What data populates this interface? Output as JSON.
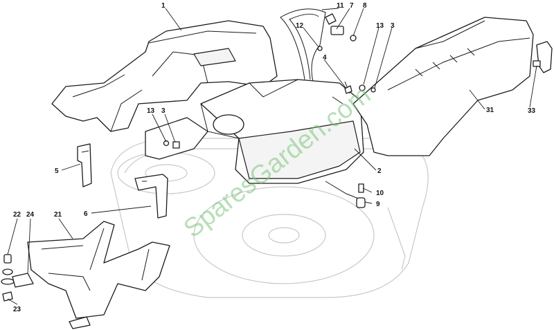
{
  "diagram": {
    "watermark": "SparesGarden.com",
    "callouts": [
      {
        "id": "c1",
        "label": "1"
      },
      {
        "id": "c11",
        "label": "11"
      },
      {
        "id": "c7",
        "label": "7"
      },
      {
        "id": "c8",
        "label": "8"
      },
      {
        "id": "c12",
        "label": "12"
      },
      {
        "id": "c13a",
        "label": "13"
      },
      {
        "id": "c3a",
        "label": "3"
      },
      {
        "id": "c4",
        "label": "4"
      },
      {
        "id": "c31",
        "label": "31"
      },
      {
        "id": "c33",
        "label": "33"
      },
      {
        "id": "c13b",
        "label": "13"
      },
      {
        "id": "c3b",
        "label": "3"
      },
      {
        "id": "c2",
        "label": "2"
      },
      {
        "id": "c5",
        "label": "5"
      },
      {
        "id": "c10",
        "label": "10"
      },
      {
        "id": "c9",
        "label": "9"
      },
      {
        "id": "c6",
        "label": "6"
      },
      {
        "id": "c22",
        "label": "22"
      },
      {
        "id": "c24",
        "label": "24"
      },
      {
        "id": "c21",
        "label": "21"
      },
      {
        "id": "c23",
        "label": "23"
      }
    ]
  }
}
